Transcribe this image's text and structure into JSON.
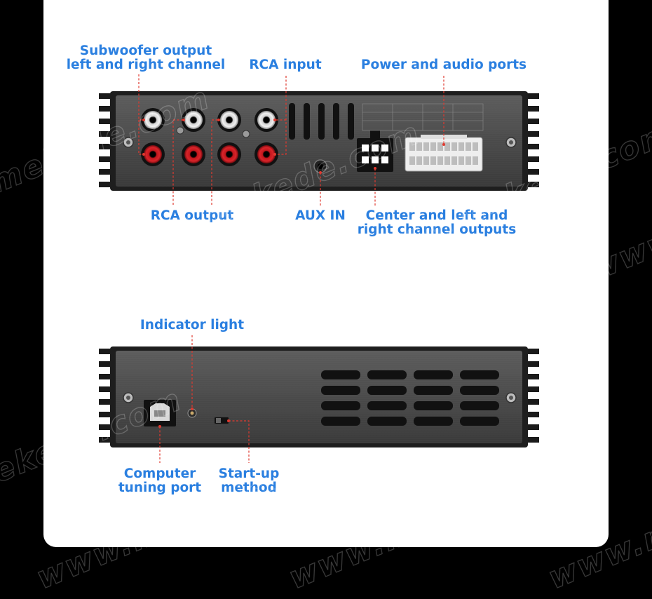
{
  "labels": {
    "subwoofer_line1": "Subwoofer output",
    "subwoofer_line2": "left and right channel",
    "rca_input": "RCA input",
    "power_audio_ports": "Power and audio ports",
    "rca_output": "RCA output",
    "aux_in": "AUX IN",
    "center_line1": "Center and left and",
    "center_line2": "right channel outputs",
    "indicator_light": "Indicator light",
    "computer_line1": "Computer",
    "computer_line2": "tuning port",
    "startup_line1": "Start-up",
    "startup_line2": "method"
  },
  "watermark": "www.mekede.com",
  "colors": {
    "label": "#2a7fe0",
    "callout": "#e0392f",
    "panel_dark": "#1e1e1e",
    "panel_face": "#4a4a4a",
    "rca_red": "#c0161c",
    "rca_white": "#e6e6e6",
    "background": "#000000",
    "card": "#ffffff"
  },
  "icons": {
    "rca_jack": "rca-jack-icon",
    "aux_jack": "aux-jack-icon",
    "usb_b_port": "usb-b-port-icon",
    "led": "indicator-led-icon",
    "screw": "screw-icon"
  }
}
